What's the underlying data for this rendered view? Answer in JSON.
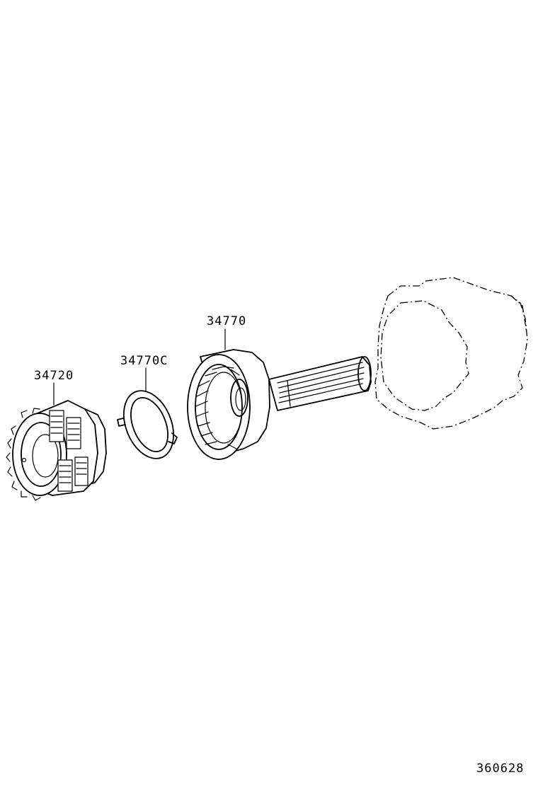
{
  "diagram": {
    "parts": [
      {
        "id": "planetary-gear",
        "part_number": "34720"
      },
      {
        "id": "thrust-washer",
        "part_number": "34770C"
      },
      {
        "id": "output-shaft",
        "part_number": "34770"
      }
    ],
    "figure_code": "360628"
  }
}
